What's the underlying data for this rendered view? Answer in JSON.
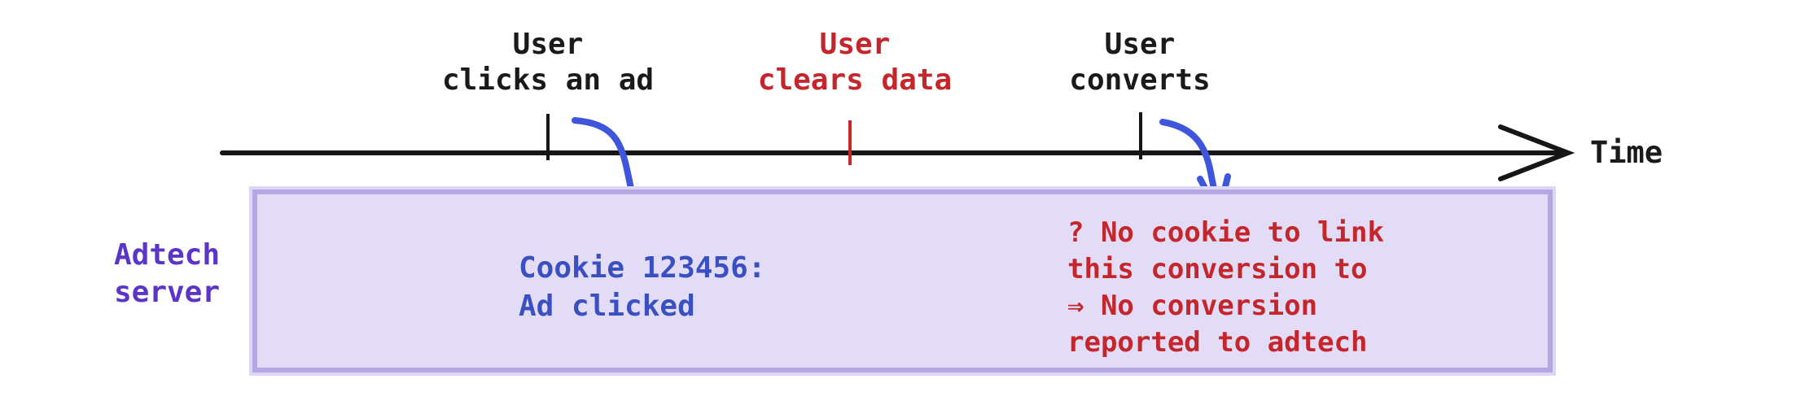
{
  "colors": {
    "axis_black": "#161616",
    "event_text_black": "#1a1a1a",
    "cleared_red": "#c5262c",
    "note_blue": "#3a50c2",
    "arrow_blue": "#3d56dc",
    "adtech_purple": "#5a35c8",
    "box_fill": "#e2dcf6",
    "box_border": "#b5a7e4"
  },
  "timeline": {
    "axis_label": "Time",
    "events": [
      {
        "line1": "User",
        "line2": "clicks an ad"
      },
      {
        "line1": "User",
        "line2": "clears data"
      },
      {
        "line1": "User",
        "line2": "converts"
      }
    ]
  },
  "server_lane": {
    "label": {
      "line1": "Adtech",
      "line2": "server"
    },
    "cookie_note": {
      "line1": "Cookie 123456:",
      "line2": "Ad clicked"
    },
    "missing_cookie_note": {
      "line1": "? No cookie to link",
      "line2": "this conversion to",
      "line3": "⇒ No conversion",
      "line4": "reported to adtech"
    }
  }
}
